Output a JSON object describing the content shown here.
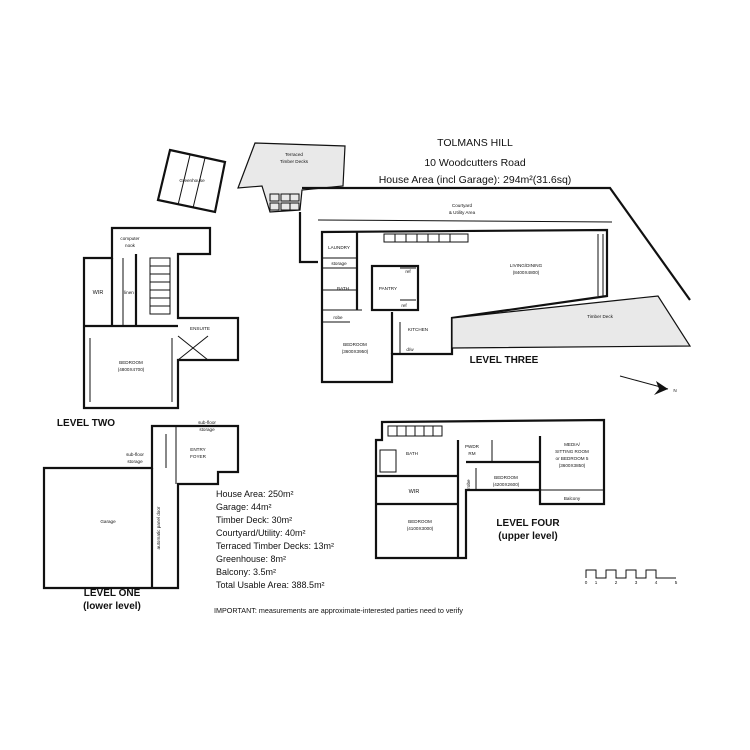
{
  "title": {
    "line1": "TOLMANS HILL",
    "line2": "10 Woodcutters Road",
    "line3": "House Area (incl Garage): 294m²(31.6sq)"
  },
  "level_three": {
    "heading": "LEVEL THREE",
    "rooms": {
      "greenhouse": "Greenhouse",
      "terraced_decks_1": "Terraced",
      "terraced_decks_2": "Timber Decks",
      "courtyard_1": "Courtyard",
      "courtyard_2": "& Utility Area",
      "laundry": "LAUNDRY",
      "storage": "storage",
      "bath": "BATH",
      "pantry": "PANTRY",
      "ref1": "ref",
      "ref2": "ref",
      "robe": "robe",
      "bedroom": "BEDROOM",
      "bedroom_dim": "(3600X3950)",
      "kitchen": "KITCHEN",
      "dw": "d/w",
      "living": "LIVING/DINING",
      "living_dim": "(8400X4800)",
      "timber_deck": "Timber Deck"
    }
  },
  "level_two": {
    "heading": "LEVEL TWO",
    "rooms": {
      "computer_1": "computer",
      "computer_2": "nook",
      "wir": "WIR",
      "linen": "linen",
      "ensuite": "ENSUITE",
      "bedroom": "BEDROOM",
      "bedroom_dim": "(4800X4700)"
    }
  },
  "level_one": {
    "heading_1": "LEVEL ONE",
    "heading_2": "(lower level)",
    "rooms": {
      "subfloor_a1": "sub-floor",
      "subfloor_a2": "storage",
      "subfloor_b1": "sub-floor",
      "subfloor_b2": "storage",
      "entry_1": "ENTRY",
      "entry_2": "FOYER",
      "garage": "Garage",
      "door": "automatic panel door"
    }
  },
  "level_four": {
    "heading_1": "LEVEL FOUR",
    "heading_2": "(upper level)",
    "rooms": {
      "bath": "BATH",
      "pwdr_1": "PWDR",
      "pwdr_2": "RM",
      "wir": "WIR",
      "robe": "robe",
      "bedroom_a": "BEDROOM",
      "bedroom_a_dim": "(4200X2600)",
      "media_1": "MEDIA/",
      "media_2": "SITTING ROOM",
      "media_3": "or BEDROOM 5",
      "media_dim": "(3600X3850)",
      "balcony": "Balcony",
      "bedroom_b": "BEDROOM",
      "bedroom_b_dim": "(4100X3000)"
    }
  },
  "areas": [
    "House Area: 250m²",
    "Garage: 44m²",
    "Timber Deck: 30m²",
    "Courtyard/Utility: 40m²",
    "Terraced Timber Decks: 13m²",
    "Greenhouse: 8m²",
    "Balcony: 3.5m²",
    "Total Usable Area: 388.5m²"
  ],
  "important_note": "IMPORTANT: measurements are approximate-interested parties need to verify",
  "scale_bar": [
    "0",
    "1",
    "2",
    "3",
    "4",
    "5"
  ],
  "north_label": "N"
}
